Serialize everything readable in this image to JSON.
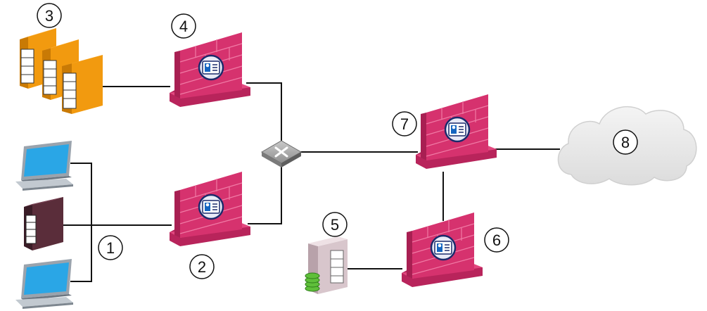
{
  "labels": {
    "n1": "1",
    "n2": "2",
    "n3": "3",
    "n4": "4",
    "n5": "5",
    "n6": "6",
    "n7": "7",
    "n8": "8"
  },
  "colors": {
    "firewall": "#d6326e",
    "firewall_dark": "#a81f52",
    "server_rack": "#f29a0f",
    "server_dark": "#5a2d3a",
    "storage": "#5fbf3a",
    "cloud": "#ececec",
    "screen": "#2aa6e6",
    "line": "#111111"
  }
}
